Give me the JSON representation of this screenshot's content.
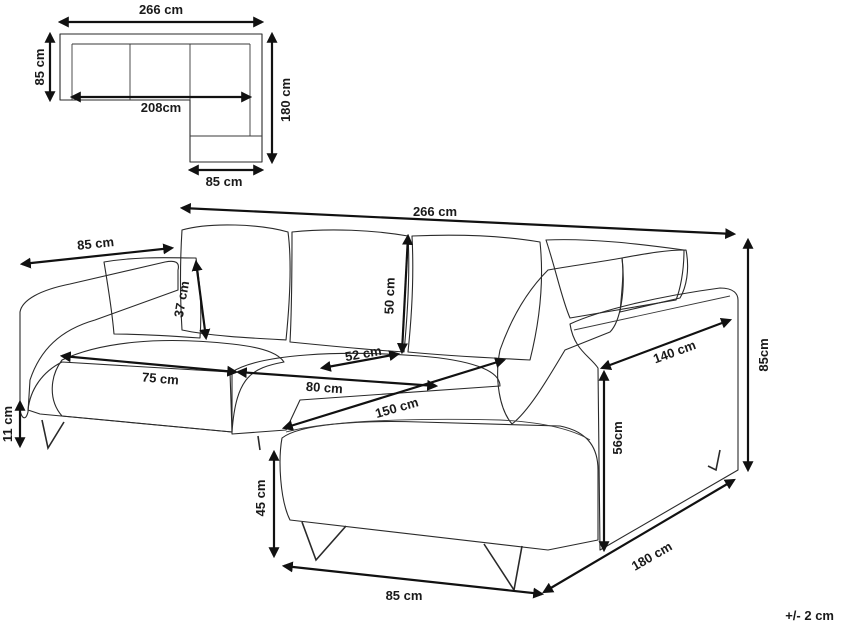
{
  "top_view": {
    "width_label": "266 cm",
    "depth_label": "85 cm",
    "inner_width_label": "208cm",
    "chaise_length_label": "180 cm",
    "chaise_width_label": "85 cm"
  },
  "main_view": {
    "total_width_label": "266 cm",
    "arm_depth_label": "85 cm",
    "small_pillow_label": "37 cm",
    "back_cushion_label": "50 cm",
    "seat_depth_label": "52 cm",
    "seat_left_label": "75 cm",
    "seat_mid_label": "80 cm",
    "chaise_inner_label": "150 cm",
    "arm_length_label": "140 cm",
    "total_height_label": "85cm",
    "leg_height_label": "11 cm",
    "arm_height_label": "56cm",
    "seat_height_label": "45 cm",
    "chaise_length_label": "180 cm",
    "chaise_width_label": "85 cm"
  },
  "tolerance_label": "+/- 2 cm"
}
